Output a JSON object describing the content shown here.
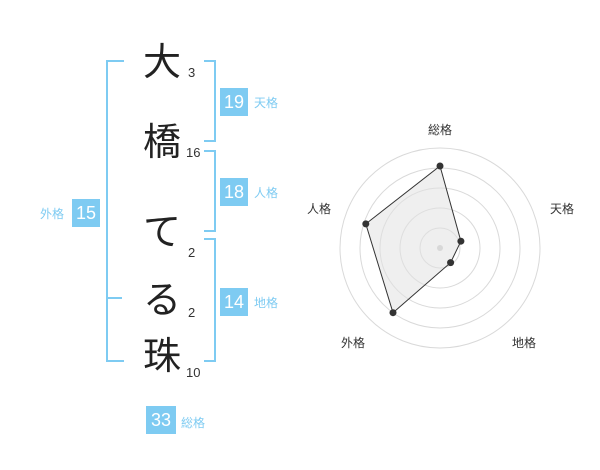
{
  "name": {
    "characters": [
      {
        "char": "大",
        "strokes": "3"
      },
      {
        "char": "橋",
        "strokes": "16"
      },
      {
        "char": "て",
        "strokes": "2"
      },
      {
        "char": "る",
        "strokes": "2"
      },
      {
        "char": "珠",
        "strokes": "10"
      }
    ]
  },
  "fortune": {
    "tenkaku": {
      "label": "天格",
      "value": "19"
    },
    "jinkaku": {
      "label": "人格",
      "value": "18"
    },
    "chikaku": {
      "label": "地格",
      "value": "14"
    },
    "gaikaku": {
      "label": "外格",
      "value": "15"
    },
    "soukaku": {
      "label": "総格",
      "value": "33"
    }
  },
  "colors": {
    "accent": "#7ecbf2",
    "text": "#222222",
    "grid": "#d9d9d9"
  },
  "chart_data": {
    "type": "radar",
    "axes": [
      "総格",
      "天格",
      "地格",
      "外格",
      "人格"
    ],
    "values": [
      0.82,
      0.22,
      0.18,
      0.8,
      0.78
    ],
    "rings": 5,
    "max": 1
  }
}
